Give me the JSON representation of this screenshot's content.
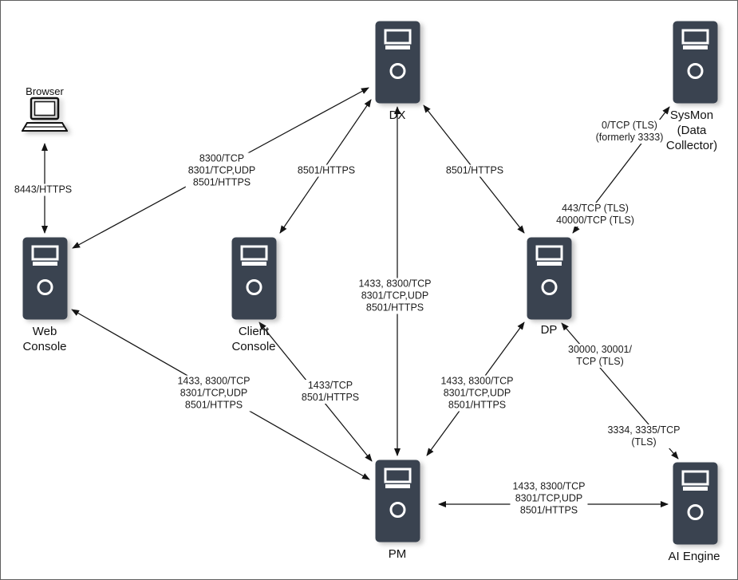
{
  "colors": {
    "server_fill": "#3a4350",
    "arrow_color": "#141414",
    "background": "#ffffff"
  },
  "icons": {
    "server": "server-tower-icon",
    "browser": "laptop-icon"
  },
  "nodes": {
    "browser": {
      "label": "Browser"
    },
    "web_console": {
      "lines": [
        "Web",
        "Console"
      ]
    },
    "client_console": {
      "lines": [
        "Client",
        "Console"
      ]
    },
    "dx": {
      "label": "DX"
    },
    "sysmon": {
      "lines": [
        "SysMon",
        "(Data",
        "Collector)"
      ]
    },
    "dp": {
      "label": "DP"
    },
    "pm": {
      "label": "PM"
    },
    "ai_engine": {
      "label": "AI Engine"
    }
  },
  "edge_labels": {
    "browser_web_console": {
      "lines": [
        "8443/HTTPS"
      ]
    },
    "web_console_dx": {
      "lines": [
        "8300/TCP",
        "8301/TCP,UDP",
        "8501/HTTPS"
      ]
    },
    "client_console_dx": {
      "lines": [
        "8501/HTTPS"
      ]
    },
    "dx_dp": {
      "lines": [
        "8501/HTTPS"
      ]
    },
    "dx_pm": {
      "lines": [
        "1433, 8300/TCP",
        "8301/TCP,UDP",
        "8501/HTTPS"
      ]
    },
    "sysmon_dp_upper": {
      "lines": [
        "0/TCP (TLS)",
        "(formerly 3333)"
      ]
    },
    "sysmon_dp_lower": {
      "lines": [
        "443/TCP (TLS)",
        "40000/TCP (TLS)"
      ]
    },
    "web_console_pm": {
      "lines": [
        "1433, 8300/TCP",
        "8301/TCP,UDP",
        "8501/HTTPS"
      ]
    },
    "client_console_pm": {
      "lines": [
        "1433/TCP",
        "8501/HTTPS"
      ]
    },
    "dp_pm": {
      "lines": [
        "1433, 8300/TCP",
        "8301/TCP,UDP",
        "8501/HTTPS"
      ]
    },
    "dp_ai_engine_upper": {
      "lines": [
        "30000, 30001/",
        "TCP (TLS)"
      ]
    },
    "dp_ai_engine_lower": {
      "lines": [
        "3334, 3335/TCP",
        "(TLS)"
      ]
    },
    "pm_ai_engine": {
      "lines": [
        "1433, 8300/TCP",
        "8301/TCP,UDP",
        "8501/HTTPS"
      ]
    }
  }
}
